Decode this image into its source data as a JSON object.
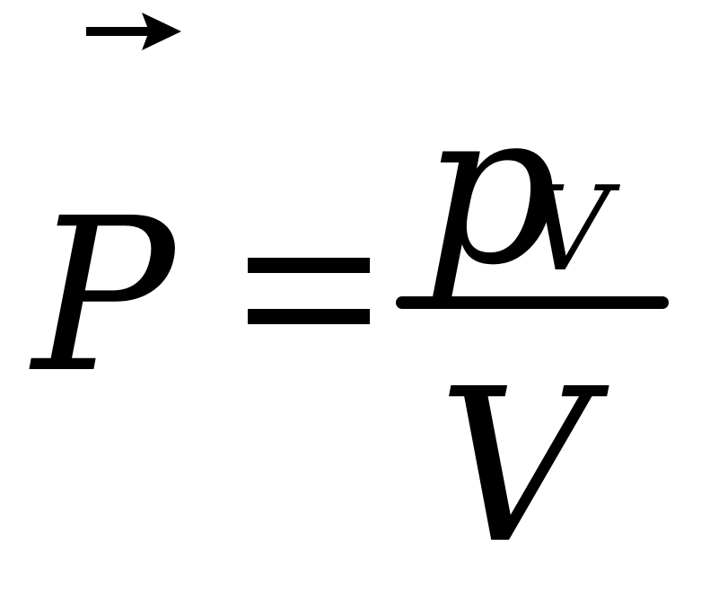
{
  "formula": {
    "lhs_symbol": "P",
    "numerator_symbol": "p",
    "numerator_subscript": "V",
    "denominator_symbol": "V",
    "vector_arrow_icon": "right-arrow-icon",
    "color": "#000000",
    "background": "#ffffff"
  }
}
